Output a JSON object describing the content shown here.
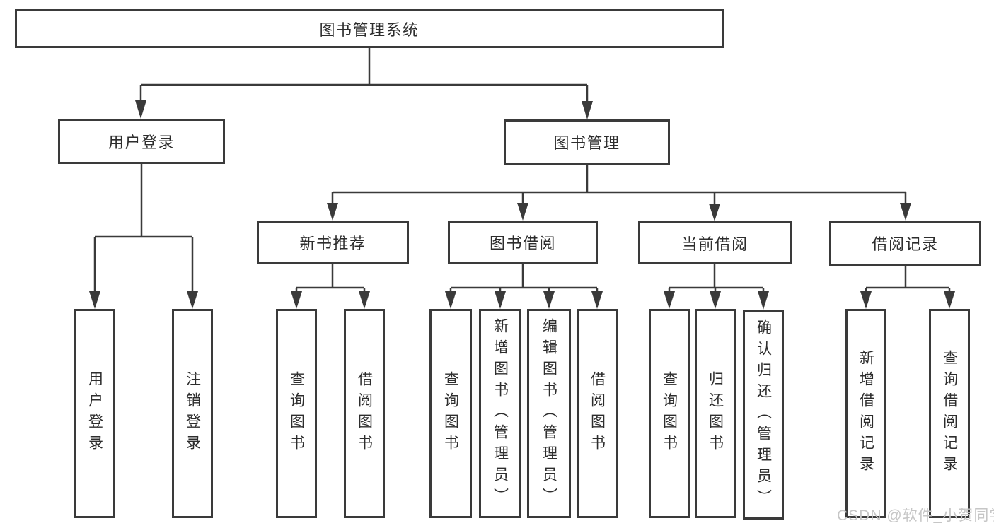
{
  "tree": {
    "root": {
      "label": "图书管理系统"
    },
    "branches": [
      {
        "label": "用户登录",
        "children": [
          {
            "label": "用户登录"
          },
          {
            "label": "注销登录"
          }
        ]
      },
      {
        "label": "图书管理",
        "children": [
          {
            "label": "新书推荐",
            "children": [
              {
                "label": "查询图书"
              },
              {
                "label": "借阅图书"
              }
            ]
          },
          {
            "label": "图书借阅",
            "children": [
              {
                "label": "查询图书"
              },
              {
                "label": "新增图书（管理员）"
              },
              {
                "label": "编辑图书（管理员）"
              },
              {
                "label": "借阅图书"
              }
            ]
          },
          {
            "label": "当前借阅",
            "children": [
              {
                "label": "查询图书"
              },
              {
                "label": "归还图书"
              },
              {
                "label": "确认归还（管理员）"
              }
            ]
          },
          {
            "label": "借阅记录",
            "children": [
              {
                "label": "新增借阅记录"
              },
              {
                "label": "查询借阅记录"
              }
            ]
          }
        ]
      }
    ]
  },
  "watermark": {
    "text": "CSDN @软件_小贺同学"
  },
  "colors": {
    "line": "#3a3a3a",
    "text": "#2d2d2d",
    "box_bg": "#ffffff",
    "background": "#ffffff",
    "watermark": "#c6c6c6"
  }
}
